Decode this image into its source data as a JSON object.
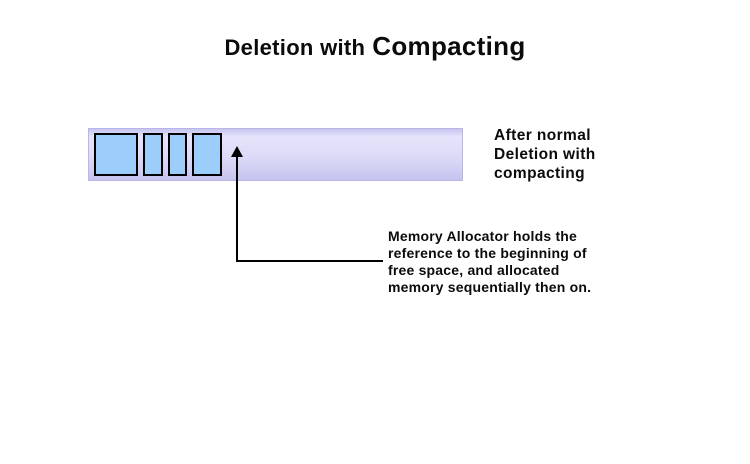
{
  "title": {
    "part1": "Deletion with",
    "part2": "Compacting"
  },
  "memory_bar": {
    "description": "memory-bar-with-allocated-blocks-at-start",
    "blocks": [
      {
        "width": 44
      },
      {
        "width": 20
      },
      {
        "width": 19
      },
      {
        "width": 30
      }
    ]
  },
  "side_label": {
    "lines": [
      "After normal",
      "Deletion with",
      "compacting"
    ]
  },
  "annotation": {
    "lines": [
      "Memory Allocator holds the",
      "reference to the beginning of",
      "free space, and allocated",
      "memory sequentially then on."
    ]
  },
  "colors": {
    "block_fill": "#9dcdfb",
    "bar_top": "#c7c5ee",
    "bar_light": "#e6e4fb",
    "bar_mid": "#dcdaf7",
    "bar_bottom": "#c6c4ef",
    "bar_border": "#b9b7ea",
    "line": "#000000",
    "text": "#0b0b0b"
  }
}
